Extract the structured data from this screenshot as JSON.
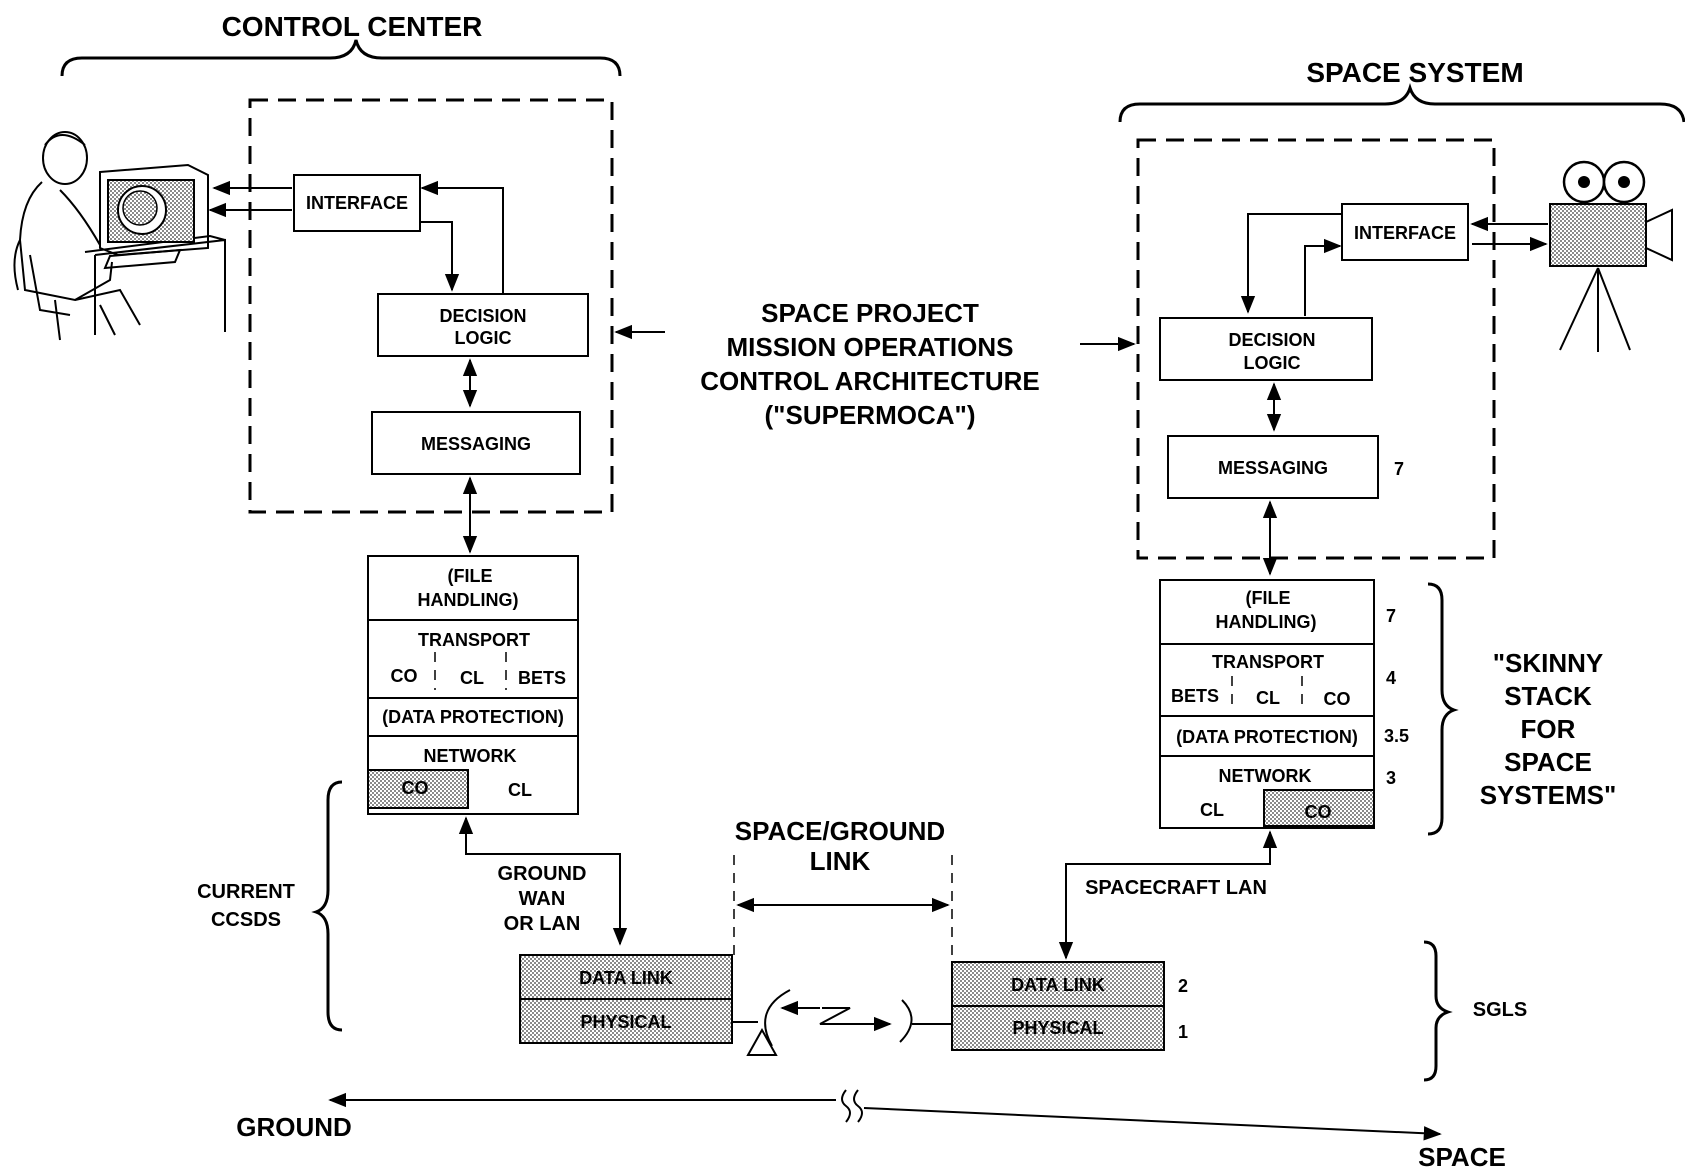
{
  "header": {
    "control_center": "CONTROL CENTER",
    "space_system": "SPACE SYSTEM"
  },
  "center_title": [
    "SPACE PROJECT",
    "MISSION OPERATIONS",
    "CONTROL ARCHITECTURE",
    "(\"SUPERMOCA\")"
  ],
  "left_stack": {
    "interface": "INTERFACE",
    "decision_logic": [
      "DECISION",
      "LOGIC"
    ],
    "messaging": "MESSAGING",
    "file_handling": [
      "(FILE",
      "HANDLING)"
    ],
    "transport": "TRANSPORT",
    "transport_parts": [
      "CO",
      "CL",
      "BETS"
    ],
    "data_protection": "(DATA PROTECTION)",
    "network": "NETWORK",
    "network_parts": [
      "CO",
      "CL"
    ],
    "data_link": "DATA LINK",
    "physical": "PHYSICAL"
  },
  "right_stack": {
    "interface": "INTERFACE",
    "decision_logic": [
      "DECISION",
      "LOGIC"
    ],
    "messaging": "MESSAGING",
    "file_handling": [
      "(FILE",
      "HANDLING)"
    ],
    "transport": "TRANSPORT",
    "transport_parts": [
      "BETS",
      "CL",
      "CO"
    ],
    "data_protection": "(DATA PROTECTION)",
    "network": "NETWORK",
    "network_parts": [
      "CL",
      "CO"
    ],
    "data_link": "DATA LINK",
    "physical": "PHYSICAL"
  },
  "layer_numbers": {
    "messaging": "7",
    "file_handling": "7",
    "transport": "4",
    "data_protection": "3.5",
    "network": "3",
    "data_link": "2",
    "physical": "1"
  },
  "labels": {
    "skinny_stack": [
      "\"SKINNY",
      "STACK",
      "FOR",
      "SPACE",
      "SYSTEMS\""
    ],
    "space_ground_link": [
      "SPACE/GROUND",
      "LINK"
    ],
    "ground_wan": [
      "GROUND",
      "WAN",
      "OR LAN"
    ],
    "spacecraft_lan": "SPACECRAFT LAN",
    "current_ccsds": [
      "CURRENT",
      "CCSDS"
    ],
    "sgls": "SGLS",
    "ground": "GROUND",
    "space": "SPACE"
  },
  "icons": {
    "operator": "operator-at-terminal-icon",
    "camera": "movie-camera-icon",
    "antenna": "antenna-dish-icon",
    "lightning": "lightning-link-icon"
  },
  "colors": {
    "line": "#000000",
    "shade": "#b8b8b8",
    "background": "#ffffff"
  }
}
